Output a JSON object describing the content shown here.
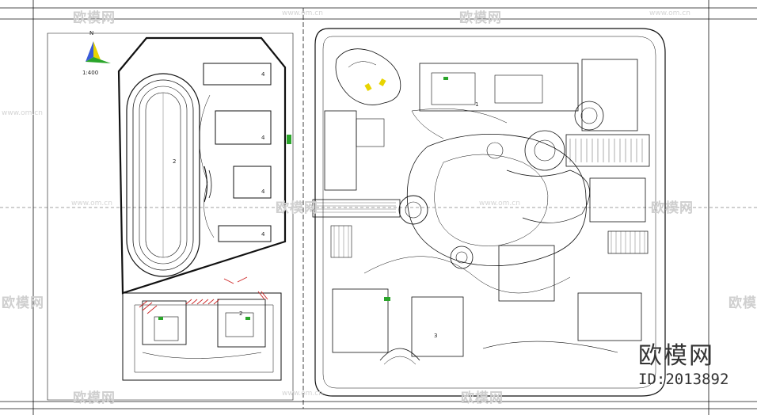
{
  "diagram": {
    "north_label": "N",
    "scale_label": "1:400",
    "sports_field_label": "2",
    "building_numbers": [
      "4",
      "4",
      "4",
      "4",
      "1",
      "2",
      "3"
    ]
  },
  "watermark": {
    "brand_text": "欧模网",
    "site_text": "www.om.cn",
    "id_text": "ID:2013892"
  },
  "colors": {
    "line": "#111111",
    "hatch_red": "#cc2222",
    "accent_green": "#2aa52a",
    "accent_yellow": "#e8d400",
    "accent_blue": "#3a5bd9"
  }
}
